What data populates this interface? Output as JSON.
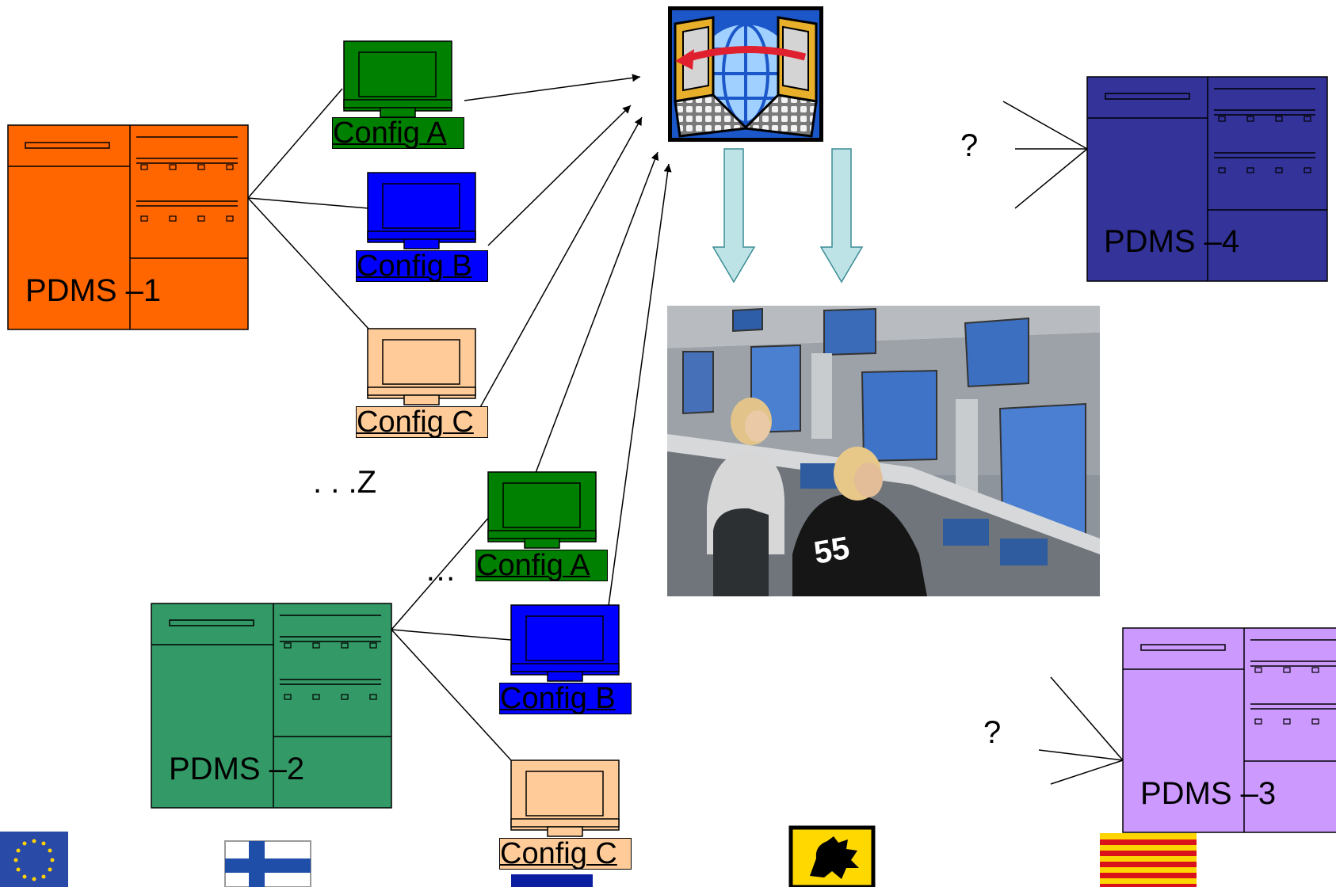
{
  "diagram": {
    "servers": [
      {
        "label": "PDMS –1",
        "color": "#ff6600"
      },
      {
        "label": "PDMS –2",
        "color": "#339966"
      },
      {
        "label": "PDMS –3",
        "color": "#cc99ff"
      },
      {
        "label": "PDMS –4",
        "color": "#333399"
      }
    ],
    "workstations_group_1": [
      {
        "label": "Config A",
        "color": "#008000"
      },
      {
        "label": "Config B",
        "color": "#0000ff"
      },
      {
        "label": "Config C",
        "color": "#ffcc99"
      }
    ],
    "workstations_group_2": [
      {
        "label": "Config A",
        "color": "#008000"
      },
      {
        "label": "Config B",
        "color": "#0000ff"
      },
      {
        "label": "Config C",
        "color": "#ffcc99"
      }
    ],
    "more_configs_label": ". . .Z",
    "more_workstations_label": "…",
    "unknown_link_labels": [
      "?",
      "?"
    ],
    "colors": {
      "transfer_arrow": "#bde3e6",
      "arrow_outline": "#3c8c96",
      "network_icon_bg": "#1b57c8",
      "terminal_gold": "#e8b02a",
      "exchange_arrow": "#e0202e"
    }
  }
}
